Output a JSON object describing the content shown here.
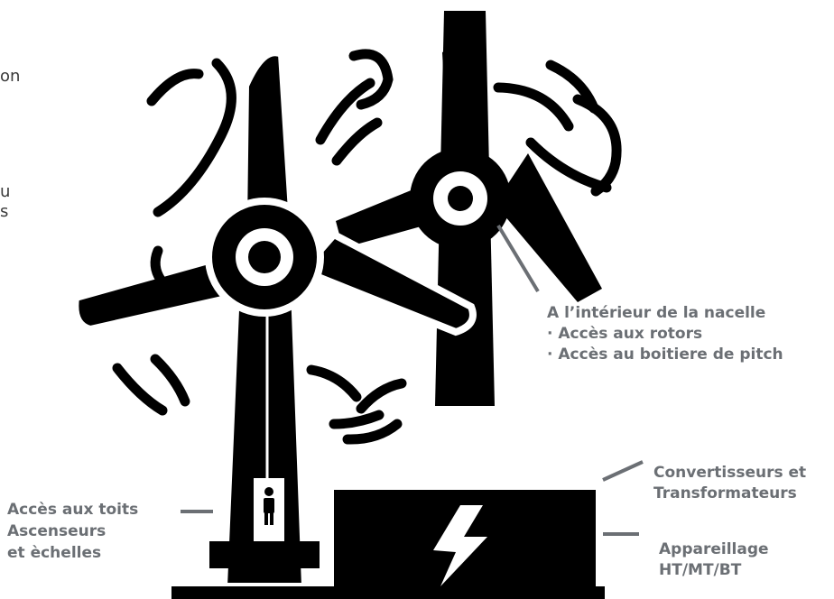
{
  "labels": {
    "nacelle": {
      "title": "A l’intérieur de la nacelle",
      "items": [
        "· Accès aux rotors",
        "· Accès au boitiere de pitch"
      ]
    },
    "converters": [
      "Convertisseurs et",
      "Transformateurs"
    ],
    "switchgear": [
      "Appareillage",
      "HT/MT/BT"
    ],
    "tower": [
      "Accès aux toits",
      "Ascenseurs",
      "et èchelles"
    ]
  },
  "cutoff_text": [
    "on",
    "u",
    "s"
  ],
  "colors": {
    "ink": "#000000",
    "label": "#6b6f74",
    "leader": "#6b6f74",
    "background": "#ffffff"
  },
  "icons": [
    "wind-turbine-icon",
    "wind-turbine-icon",
    "substation-icon",
    "lightning-bolt-icon",
    "person-icon"
  ]
}
